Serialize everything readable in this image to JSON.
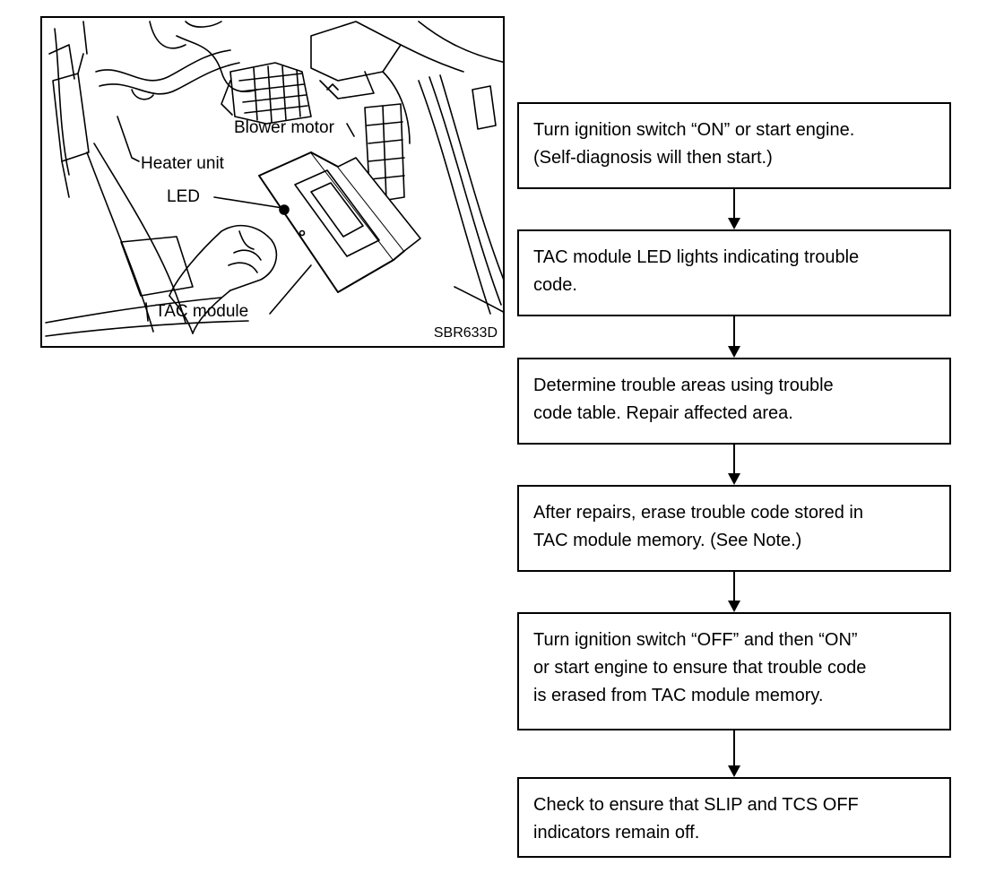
{
  "figure": {
    "callouts": {
      "blower_motor": "Blower motor",
      "heater_unit": "Heater unit",
      "led": "LED",
      "tac_module": "TAC module"
    },
    "code": "SBR633D"
  },
  "flowchart": {
    "steps": [
      {
        "text": "Turn ignition switch “ON” or start engine.\n(Self-diagnosis will then start.)"
      },
      {
        "text": "TAC module LED lights indicating trouble\ncode."
      },
      {
        "text": "Determine trouble areas using trouble\ncode table. Repair affected area."
      },
      {
        "text": "After repairs, erase trouble code stored in\nTAC module memory. (See Note.)"
      },
      {
        "text": "Turn ignition switch “OFF” and then “ON”\nor start engine to ensure that trouble code\nis erased from TAC module memory."
      },
      {
        "text": "Check to ensure that SLIP and TCS OFF\nindicators remain off."
      }
    ]
  }
}
